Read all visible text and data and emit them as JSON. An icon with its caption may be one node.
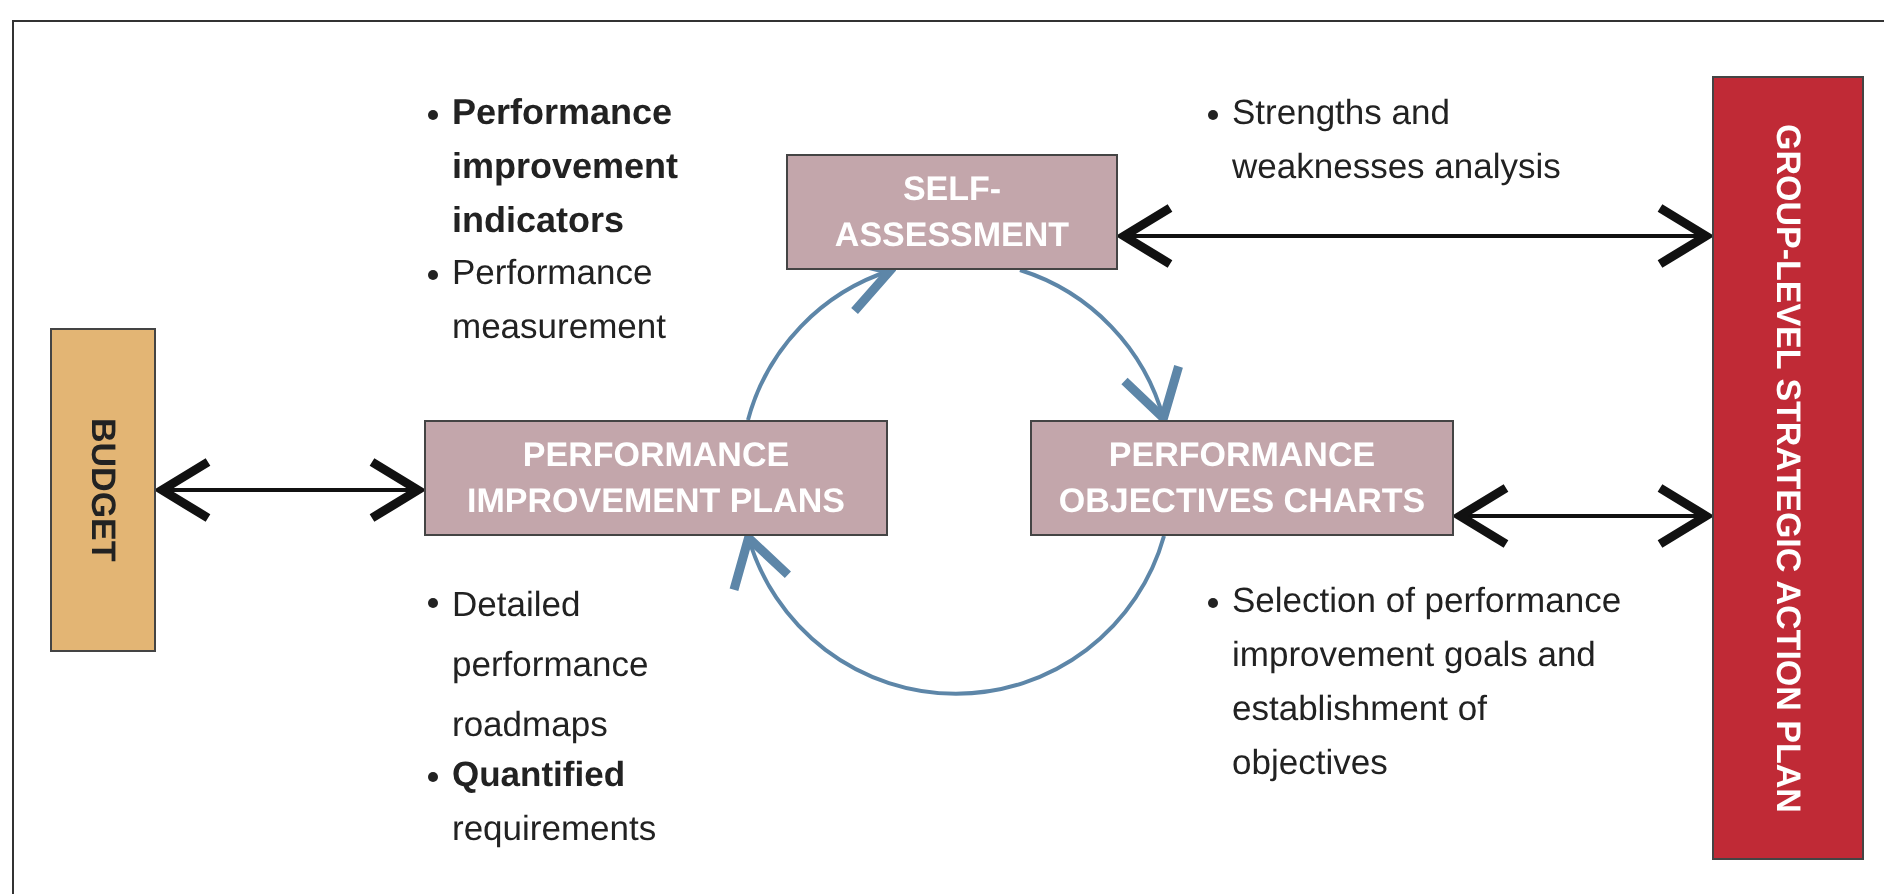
{
  "diagram": {
    "nodes": [
      {
        "text": [
          "SELF-ASSESSMENT"
        ]
      },
      {
        "text": [
          "PERFORMANCE OBJECTIVES CHARTS"
        ]
      },
      {
        "text": [
          "PERFORMANCE IMPROVEMENT PLANS"
        ]
      },
      {
        "text": [
          "BUDGET"
        ]
      },
      {
        "text": [
          "GROUP-LEVEL STRATEGIC ACTION PLAN"
        ]
      }
    ],
    "edges": [
      {
        "from": 0,
        "to": 1,
        "arrow": "to",
        "color": "#5d86a8"
      },
      {
        "from": 1,
        "to": 2,
        "arrow": "to",
        "color": "#5d86a8"
      },
      {
        "from": 2,
        "to": 0,
        "arrow": "to",
        "color": "#5d86a8"
      },
      {
        "from": 3,
        "to": 2,
        "arrow": "both",
        "color": "#111111"
      },
      {
        "from": 0,
        "to": 4,
        "arrow": "both",
        "color": "#111111"
      },
      {
        "from": 1,
        "to": 4,
        "arrow": "both",
        "color": "#111111"
      }
    ],
    "labels": [
      "Performance improvement indicators",
      "Performance measurement",
      "Strengths and weaknesses analysis",
      "Detailed performance roadmaps",
      "**Quantified** requirements",
      "Selection of performance improvement goals and establishment of objectives"
    ]
  }
}
